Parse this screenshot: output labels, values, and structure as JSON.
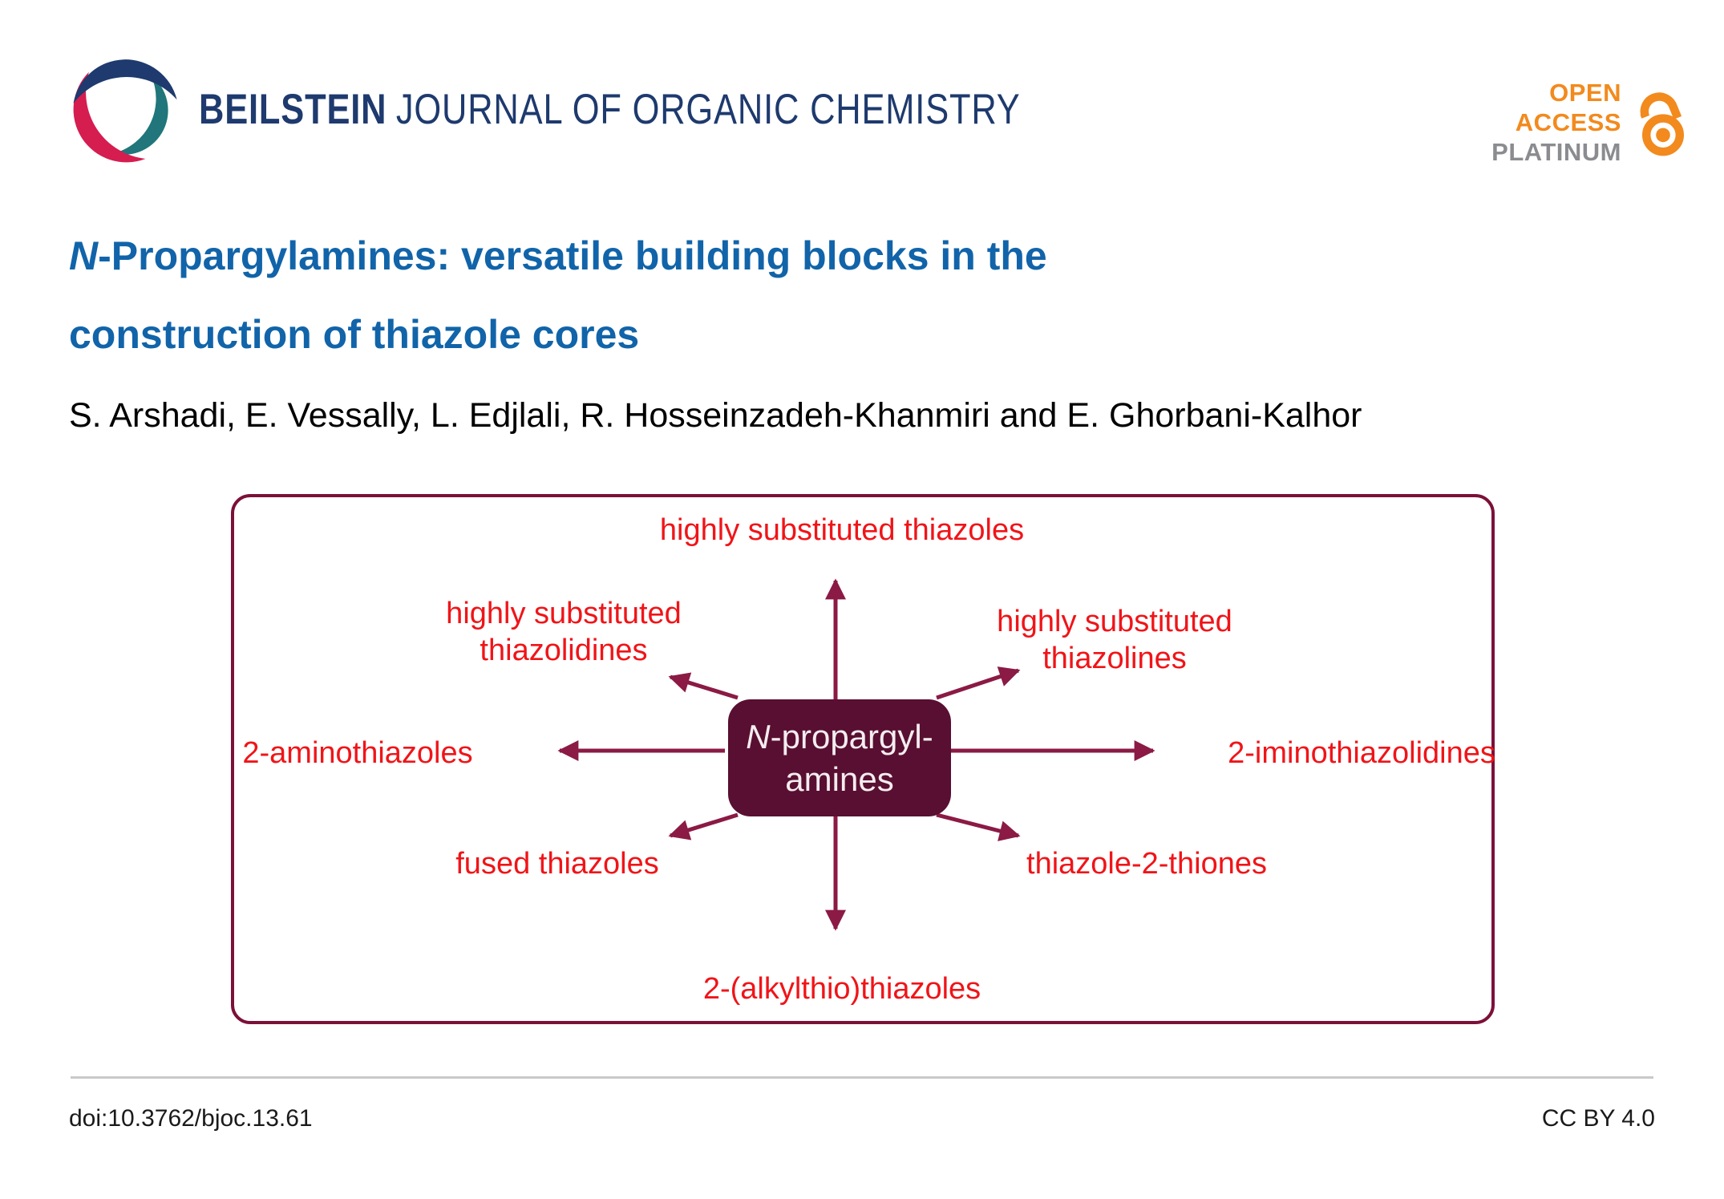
{
  "header": {
    "journal_name_bold": "BEILSTEIN",
    "journal_name_rest": "JOURNAL OF ORGANIC CHEMISTRY",
    "open_access_line1": "OPEN",
    "open_access_line2": "ACCESS",
    "open_access_line3": "PLATINUM"
  },
  "title": {
    "line1_italic": "N",
    "line1_rest": "-Propargylamines: versatile building blocks in the",
    "line2": "construction of thiazole cores"
  },
  "authors": "S. Arshadi, E. Vessally, L. Edjlali, R. Hosseinzadeh-Khanmiri and E. Ghorbani-Kalhor",
  "diagram": {
    "center_box": {
      "line1_italic": "N",
      "line1_rest": "-propargyl-",
      "line2": "amines"
    },
    "labels": {
      "top": "highly substituted thiazoles",
      "top_left": "highly substituted\nthiazolidines",
      "top_right": "highly substituted\nthiazolines",
      "left": "2-aminothiazoles",
      "right": "2-iminothiazolidines",
      "bottom_left": "fused thiazoles",
      "bottom_right": "thiazole-2-thiones",
      "bottom": "2-(alkylthio)thiazoles"
    }
  },
  "footer": {
    "doi": "doi:10.3762/bjoc.13.61",
    "license": "CC BY 4.0"
  },
  "icons": {
    "logo": "beilstein-swirl-logo",
    "open_access": "open-lock-icon"
  },
  "colors": {
    "journal_navy": "#1e3a6e",
    "title_blue": "#1164a9",
    "label_red": "#f01418",
    "arrow_maroon": "#8b1a45",
    "panel_maroon": "#7c1038",
    "box_maroon": "#590f31",
    "oa_orange": "#f28a1e",
    "platinum_gray": "#8a8c8f",
    "logo_teal": "#20767a",
    "logo_crimson": "#d51d50"
  }
}
